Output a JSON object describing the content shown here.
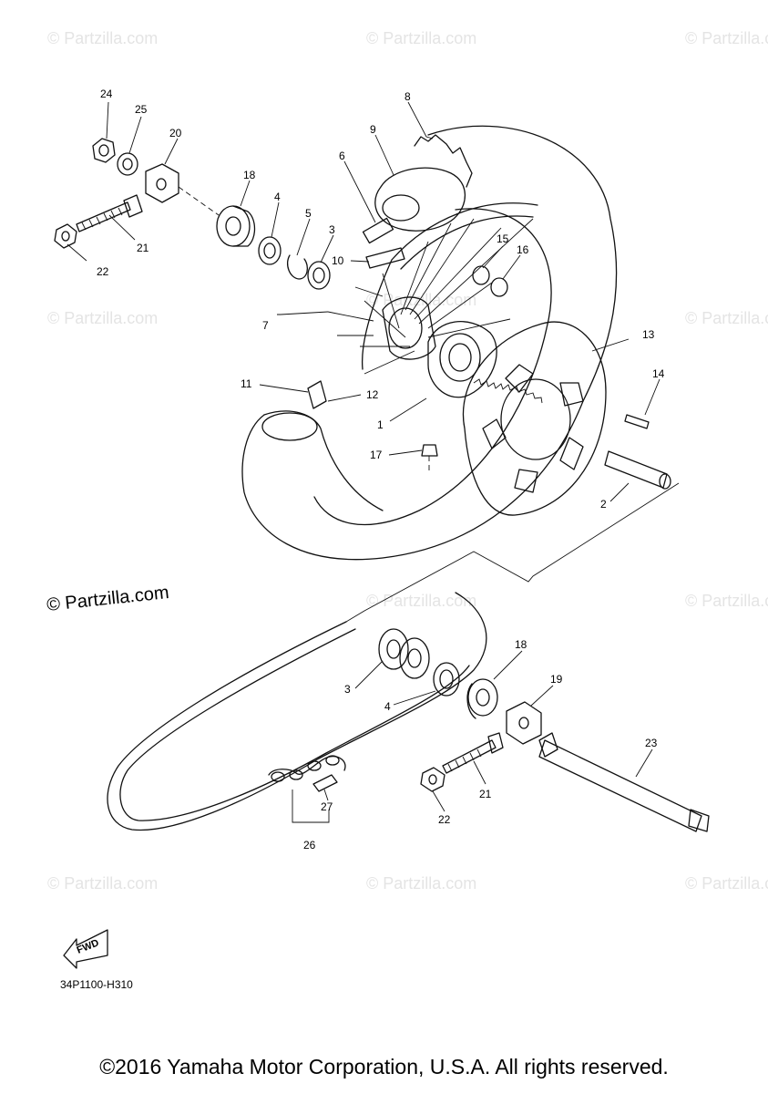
{
  "watermark": "© Partzilla.com",
  "watermark_large": "© Partzilla.com",
  "fwd_label": "FWD",
  "diagram_code": "34P1100-H310",
  "copyright": "©2016 Yamaha Motor Corporation, U.S.A. All rights reserved.",
  "callouts": [
    "24",
    "25",
    "20",
    "18",
    "4",
    "5",
    "3",
    "21",
    "22",
    "8",
    "9",
    "6",
    "10",
    "15",
    "16",
    "7",
    "13",
    "14",
    "11",
    "12",
    "1",
    "17",
    "2",
    "18",
    "19",
    "3",
    "4",
    "23",
    "21",
    "22",
    "27",
    "26"
  ]
}
